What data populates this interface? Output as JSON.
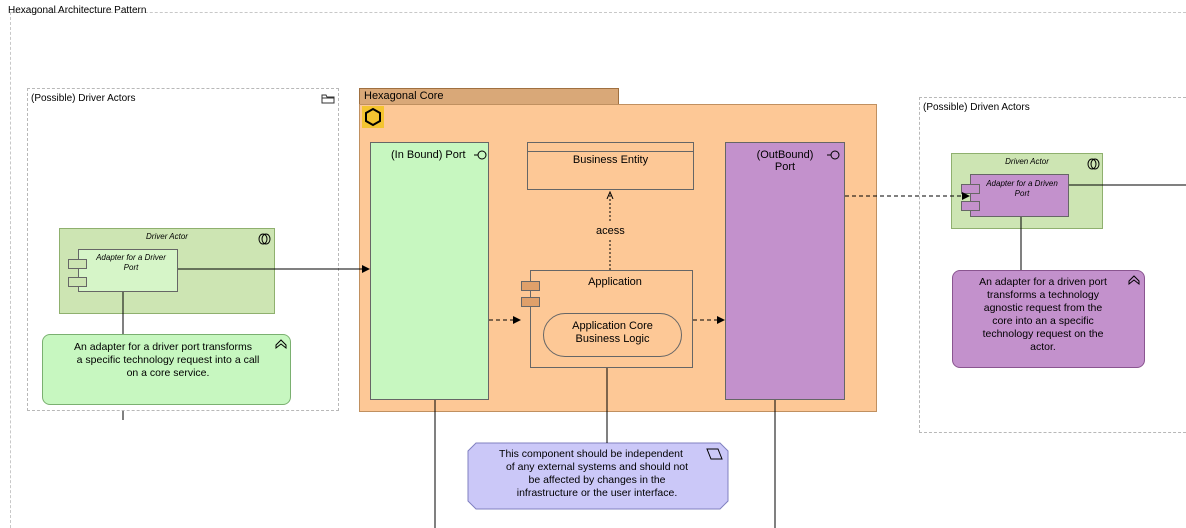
{
  "diagram": {
    "title": "Hexagonal Architecture Pattern",
    "driver_group": {
      "label": "(Possible) Driver Actors"
    },
    "driven_group": {
      "label": "(Possible) Driven Actors"
    },
    "core": {
      "label": "Hexagonal Core"
    },
    "inbound_port": {
      "label": "(In Bound) Port"
    },
    "outbound_port": {
      "line1": "(OutBound)",
      "line2": "Port"
    },
    "business_entity": {
      "label": "Business Entity"
    },
    "access_label": "acess",
    "application": {
      "label": "Application"
    },
    "app_logic": {
      "line1": "Application Core",
      "line2": "Business Logic"
    },
    "driver_actor": {
      "label": "Driver Actor",
      "adapter_line1": "Adapter for a Driver",
      "adapter_line2": "Port"
    },
    "driven_actor": {
      "label": "Driven Actor",
      "adapter_line1": "Adapter for a Driven",
      "adapter_line2": "Port"
    },
    "driver_note": {
      "line1": "An adapter for a driver port transforms",
      "line2": "a specific technology request into a call",
      "line3": "on a core service."
    },
    "driven_note": {
      "line1": "An adapter for a driven port",
      "line2": "transforms a technology",
      "line3": "agnostic request from the",
      "line4": "core into an a specific",
      "line5": "technology request on the",
      "line6": "actor."
    },
    "independence_note": {
      "line1": "This component should be independent",
      "line2": "of any external systems and should not",
      "line3": "be affected by changes in the",
      "line4": "infrastructure or the user interface."
    }
  },
  "colors": {
    "core": "#fdc896",
    "core_tab": "#d9a878",
    "inbound_port": "#c7f7c0",
    "outbound_port": "#c391cc",
    "driver_actor": "#cde5b3",
    "note_blue": "#cbc8f8",
    "hexagon_icon": "#f4c430"
  },
  "icons": [
    "folder-icon",
    "hexagon-icon",
    "interface-icon",
    "role-icon",
    "requirement-icon",
    "constraint-icon",
    "component-icon"
  ]
}
